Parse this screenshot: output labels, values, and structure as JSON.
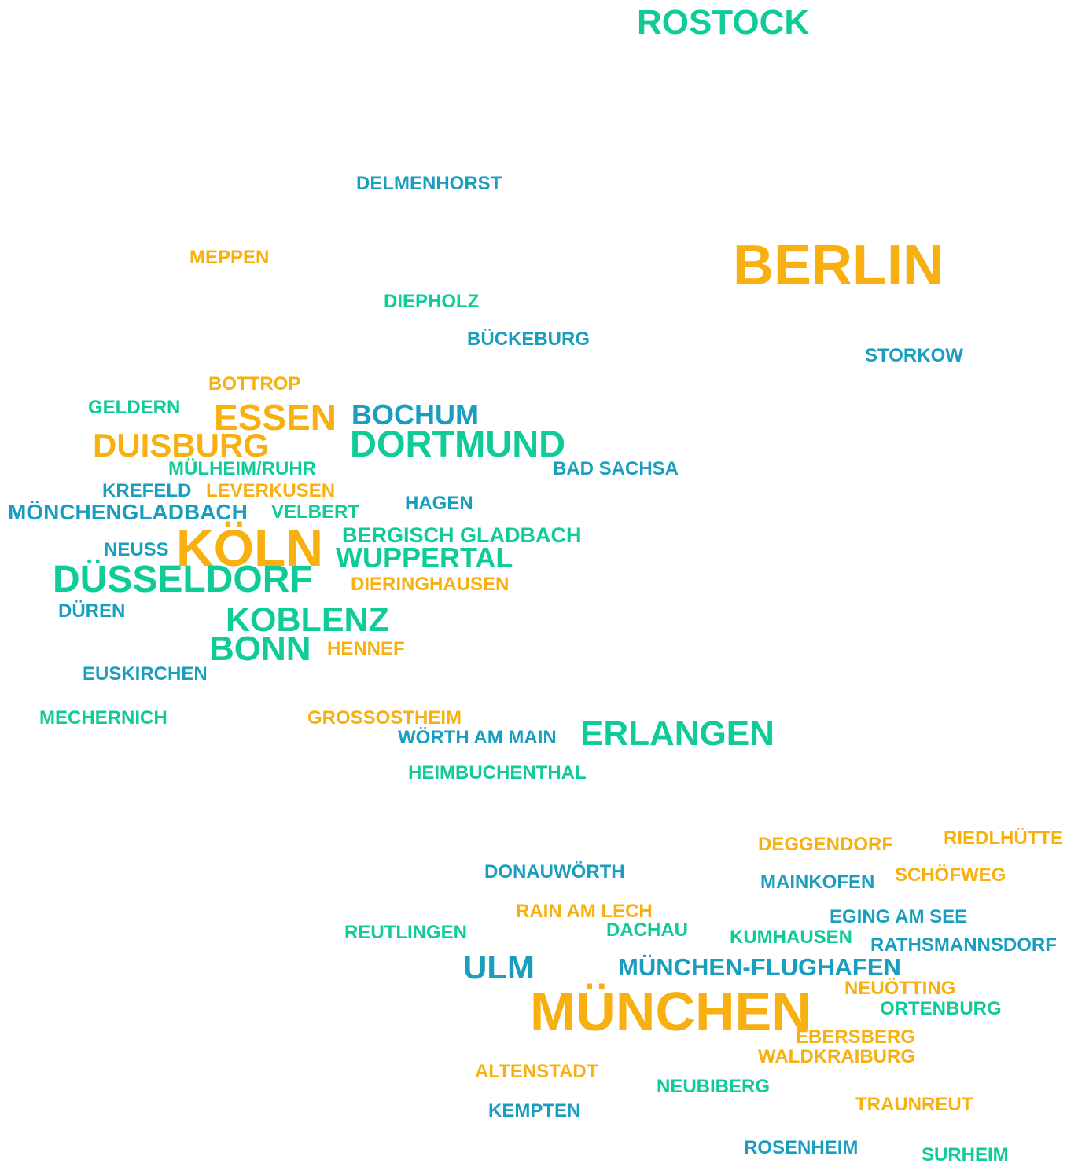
{
  "colors": {
    "green": "#0fcb97",
    "orange": "#f7b00f",
    "blue": "#1a9ebf"
  },
  "cities": [
    {
      "id": "rostock",
      "name": "ROSTOCK",
      "color": "green"
    },
    {
      "id": "delmenhorst",
      "name": "DELMENHORST",
      "color": "blue"
    },
    {
      "id": "meppen",
      "name": "MEPPEN",
      "color": "orange"
    },
    {
      "id": "berlin",
      "name": "BERLIN",
      "color": "orange"
    },
    {
      "id": "diepholz",
      "name": "DIEPHOLZ",
      "color": "green"
    },
    {
      "id": "bueckeburg",
      "name": "BÜCKEBURG",
      "color": "blue"
    },
    {
      "id": "storkow",
      "name": "STORKOW",
      "color": "blue"
    },
    {
      "id": "bottrop",
      "name": "BOTTROP",
      "color": "orange"
    },
    {
      "id": "geldern",
      "name": "GELDERN",
      "color": "green"
    },
    {
      "id": "essen",
      "name": "ESSEN",
      "color": "orange"
    },
    {
      "id": "bochum",
      "name": "BOCHUM",
      "color": "blue"
    },
    {
      "id": "duisburg",
      "name": "DUISBURG",
      "color": "orange"
    },
    {
      "id": "dortmund",
      "name": "DORTMUND",
      "color": "green"
    },
    {
      "id": "muelheim-ruhr",
      "name": "MÜLHEIM/RUHR",
      "color": "green"
    },
    {
      "id": "bad-sachsa",
      "name": "BAD SACHSA",
      "color": "blue"
    },
    {
      "id": "krefeld",
      "name": "KREFELD",
      "color": "blue"
    },
    {
      "id": "leverkusen",
      "name": "LEVERKUSEN",
      "color": "orange"
    },
    {
      "id": "hagen",
      "name": "HAGEN",
      "color": "blue"
    },
    {
      "id": "moenchengladbach",
      "name": "MÖNCHENGLADBACH",
      "color": "blue"
    },
    {
      "id": "velbert",
      "name": "VELBERT",
      "color": "green"
    },
    {
      "id": "koeln",
      "name": "KÖLN",
      "color": "orange"
    },
    {
      "id": "bergisch-gladbach",
      "name": "BERGISCH GLADBACH",
      "color": "green"
    },
    {
      "id": "neuss",
      "name": "NEUSS",
      "color": "blue"
    },
    {
      "id": "wuppertal",
      "name": "WUPPERTAL",
      "color": "green"
    },
    {
      "id": "duesseldorf",
      "name": "DÜSSELDORF",
      "color": "green"
    },
    {
      "id": "dieringhausen",
      "name": "DIERINGHAUSEN",
      "color": "orange"
    },
    {
      "id": "dueren",
      "name": "DÜREN",
      "color": "blue"
    },
    {
      "id": "koblenz",
      "name": "KOBLENZ",
      "color": "green"
    },
    {
      "id": "bonn",
      "name": "BONN",
      "color": "green"
    },
    {
      "id": "hennef",
      "name": "HENNEF",
      "color": "orange"
    },
    {
      "id": "euskirchen",
      "name": "EUSKIRCHEN",
      "color": "blue"
    },
    {
      "id": "mechernich",
      "name": "MECHERNICH",
      "color": "green"
    },
    {
      "id": "grossostheim",
      "name": "GROSSOSTHEIM",
      "color": "orange"
    },
    {
      "id": "woerth-am-main",
      "name": "WÖRTH AM MAIN",
      "color": "blue"
    },
    {
      "id": "erlangen",
      "name": "ERLANGEN",
      "color": "green"
    },
    {
      "id": "heimbuchenthal",
      "name": "HEIMBUCHENTHAL",
      "color": "green"
    },
    {
      "id": "riedlhuette",
      "name": "RIEDLHÜTTE",
      "color": "orange"
    },
    {
      "id": "deggendorf",
      "name": "DEGGENDORF",
      "color": "orange"
    },
    {
      "id": "donauwoerth",
      "name": "DONAUWÖRTH",
      "color": "blue"
    },
    {
      "id": "schoefweg",
      "name": "SCHÖFWEG",
      "color": "orange"
    },
    {
      "id": "mainkofen",
      "name": "MAINKOFEN",
      "color": "blue"
    },
    {
      "id": "rain-am-lech",
      "name": "RAIN AM LECH",
      "color": "orange"
    },
    {
      "id": "eging-am-see",
      "name": "EGING AM SEE",
      "color": "blue"
    },
    {
      "id": "dachau",
      "name": "DACHAU",
      "color": "green"
    },
    {
      "id": "reutlingen",
      "name": "REUTLINGEN",
      "color": "green"
    },
    {
      "id": "kumhausen",
      "name": "KUMHAUSEN",
      "color": "green"
    },
    {
      "id": "rathsmannsdorf",
      "name": "RATHSMANNSDORF",
      "color": "blue"
    },
    {
      "id": "ulm",
      "name": "ULM",
      "color": "blue"
    },
    {
      "id": "muenchen-flughafen",
      "name": "MÜNCHEN-FLUGHAFEN",
      "color": "blue"
    },
    {
      "id": "neuoetting",
      "name": "NEUÖTTING",
      "color": "orange"
    },
    {
      "id": "muenchen",
      "name": "MÜNCHEN",
      "color": "orange"
    },
    {
      "id": "ortenburg",
      "name": "ORTENBURG",
      "color": "green"
    },
    {
      "id": "ebersberg",
      "name": "EBERSBERG",
      "color": "orange"
    },
    {
      "id": "waldkraiburg",
      "name": "WALDKRAIBURG",
      "color": "orange"
    },
    {
      "id": "altenstadt",
      "name": "ALTENSTADT",
      "color": "orange"
    },
    {
      "id": "neubiberg",
      "name": "NEUBIBERG",
      "color": "green"
    },
    {
      "id": "traunreut",
      "name": "TRAUNREUT",
      "color": "orange"
    },
    {
      "id": "kempten",
      "name": "KEMPTEN",
      "color": "blue"
    },
    {
      "id": "rosenheim",
      "name": "ROSENHEIM",
      "color": "blue"
    },
    {
      "id": "surheim",
      "name": "SURHEIM",
      "color": "green"
    }
  ]
}
